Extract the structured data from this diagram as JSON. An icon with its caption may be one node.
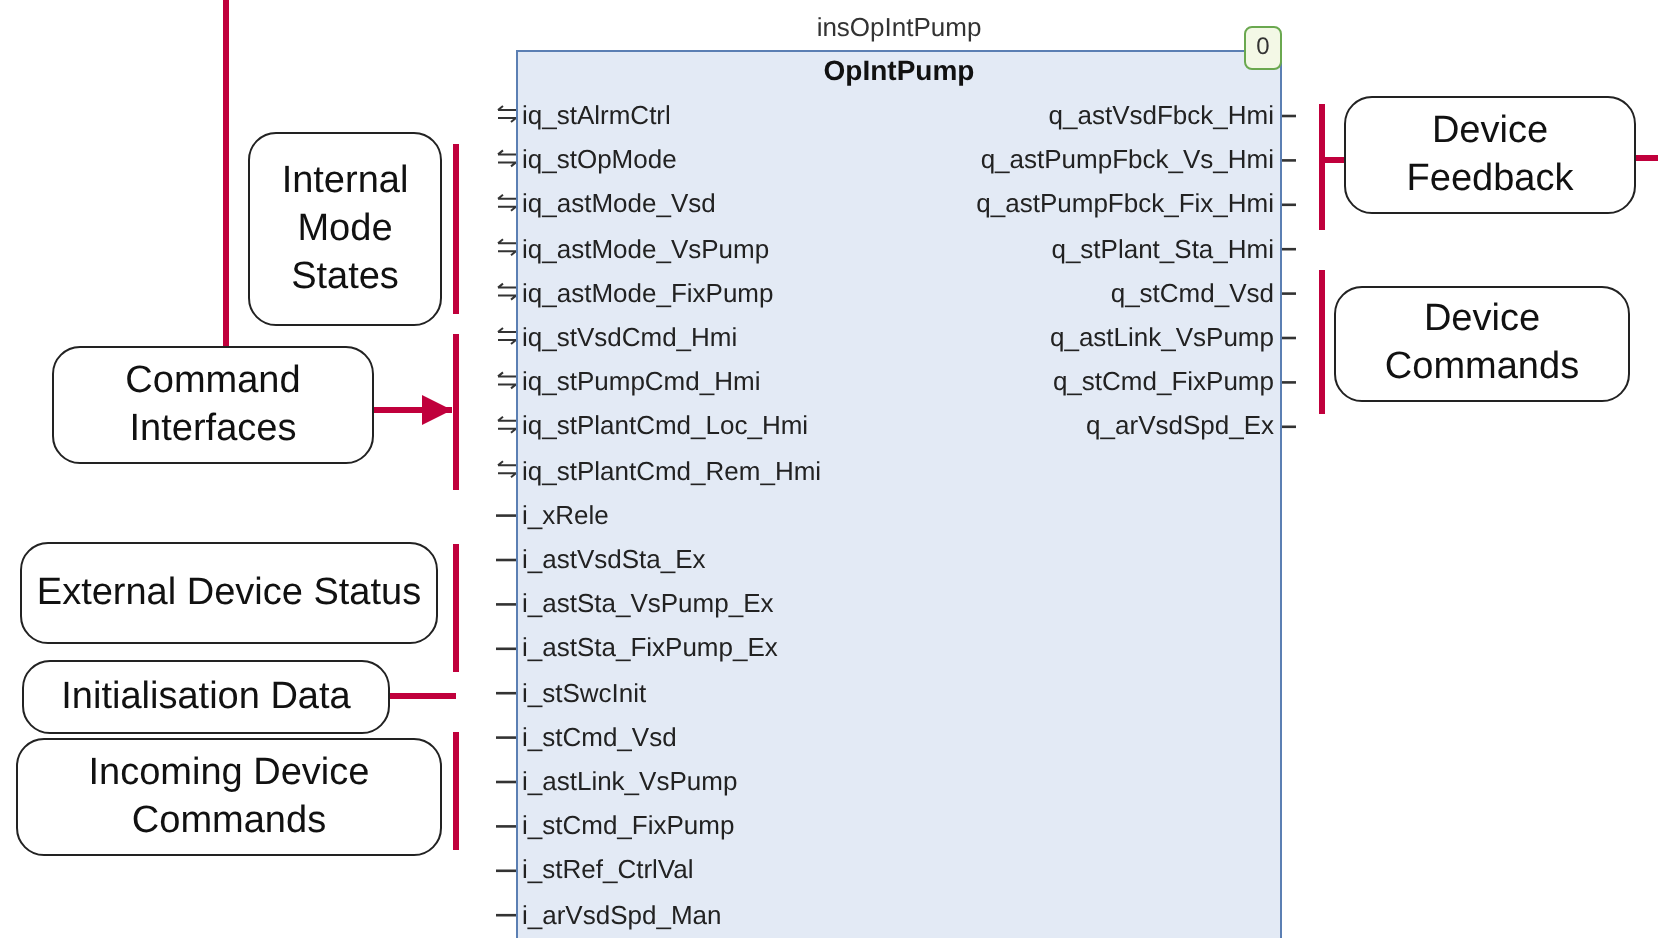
{
  "diagram": {
    "nodes": [
      {
        "text": [
          "insOpIntPump",
          "OpIntPump"
        ]
      },
      {
        "text": [
          "0"
        ],
        "in": 0
      },
      {
        "text": [
          "Internal Mode States"
        ]
      },
      {
        "text": [
          "Device Feedback"
        ]
      },
      {
        "text": [
          "Command Interfaces"
        ]
      },
      {
        "text": [
          "Device Commands"
        ]
      },
      {
        "text": [
          "External Device Status"
        ]
      },
      {
        "text": [
          "Initialisation Data"
        ]
      },
      {
        "text": [
          "Incoming Device Commands"
        ]
      }
    ],
    "edges": [
      {
        "from": 4,
        "to": null,
        "arrow": "none"
      },
      {
        "from": 4,
        "to": null,
        "arrow": "to"
      },
      {
        "from": 3,
        "to": null,
        "arrow": "none"
      },
      {
        "from": 3,
        "to": null,
        "arrow": "none"
      },
      {
        "from": 7,
        "to": null,
        "arrow": "none"
      }
    ],
    "labels": [
      "iq_stAlrmCtrl",
      "iq_stOpMode",
      "iq_astMode_Vsd",
      "iq_astMode_VsPump",
      "iq_astMode_FixPump",
      "iq_stVsdCmd_Hmi",
      "iq_stPumpCmd_Hmi",
      "iq_stPlantCmd_Loc_Hmi",
      "iq_stPlantCmd_Rem_Hmi",
      "i_xRele",
      "i_astVsdSta_Ex",
      "i_astSta_VsPump_Ex",
      "i_astSta_FixPump_Ex",
      "i_stSwcInit",
      "i_stCmd_Vsd",
      "i_astLink_VsPump",
      "i_stCmd_FixPump",
      "i_stRef_CtrlVal",
      "i_arVsdSpd_Man",
      "q_astVsdFbck_Hmi",
      "q_astPumpFbck_Vs_Hmi",
      "q_astPumpFbck_Fix_Hmi",
      "q_stPlant_Sta_Hmi",
      "q_stCmd_Vsd",
      "q_astLink_VsPump",
      "q_stCmd_FixPump",
      "q_arVsdSpd_Ex"
    ]
  }
}
